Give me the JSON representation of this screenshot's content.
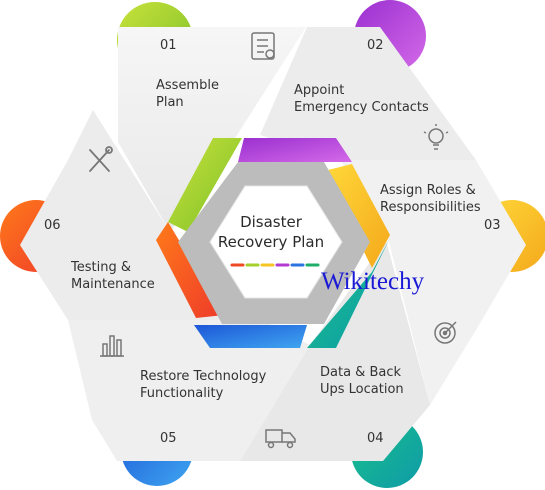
{
  "center": {
    "title_line1": "Disaster",
    "title_line2": "Recovery Plan"
  },
  "brand_text": "Wikitechy",
  "steps": [
    {
      "number": "01",
      "line1": "Assemble",
      "line2": "Plan",
      "icon": "checklist-icon",
      "color": "#a6cf2b"
    },
    {
      "number": "02",
      "line1": "Appoint",
      "line2": "Emergency Contacts",
      "icon": "lightbulb-icon",
      "color": "#b23ad0"
    },
    {
      "number": "03",
      "line1": "Assign Roles &",
      "line2": "Responsibilities",
      "icon": "target-icon",
      "color": "#f6c523"
    },
    {
      "number": "04",
      "line1": "Data & Back",
      "line2": "Ups Location",
      "icon": "truck-icon",
      "color": "#1fae6a"
    },
    {
      "number": "05",
      "line1": "Restore Technology",
      "line2": "Functionality",
      "icon": "bar-chart-icon",
      "color": "#2a73e0"
    },
    {
      "number": "06",
      "line1": "Testing &",
      "line2": "Maintenance",
      "icon": "tools-icon",
      "color": "#f04a24"
    }
  ]
}
